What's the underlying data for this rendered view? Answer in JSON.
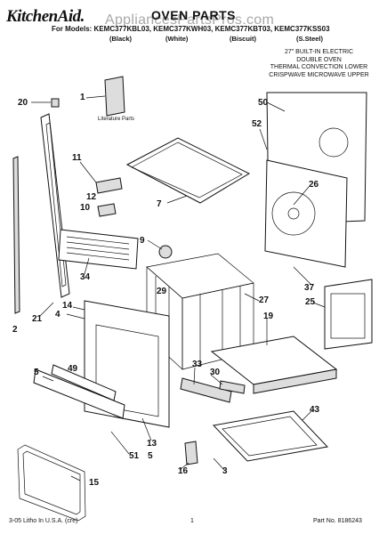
{
  "header": {
    "brand": "KitchenAid.",
    "watermark": "AppliancesPartsPros.com",
    "title": "OVEN PARTS",
    "models_line": "For Models: KEMC377KBL03, KEMC377KWH03, KEMC377KBT03, KEMC377KSS03",
    "finishes": [
      "(Black)",
      "(White)",
      "(Biscuit)",
      "(S.Steel)"
    ]
  },
  "description": [
    "27\" BUILT-IN ELECTRIC",
    "DOUBLE OVEN",
    "THERMAL CONVECTION LOWER",
    "CRISPWAVE MICROWAVE UPPER"
  ],
  "literature_label": "Literature Parts",
  "callouts": [
    "20",
    "1",
    "50",
    "52",
    "11",
    "12",
    "10",
    "7",
    "26",
    "9",
    "34",
    "29",
    "27",
    "37",
    "14",
    "4",
    "21",
    "2",
    "19",
    "25",
    "5",
    "49",
    "33",
    "30",
    "13",
    "43",
    "51",
    "5",
    "16",
    "3",
    "15"
  ],
  "footer": {
    "left": "3-05 Litho In U.S.A. (cre)",
    "center": "1",
    "right": "Part No. 8186243"
  }
}
